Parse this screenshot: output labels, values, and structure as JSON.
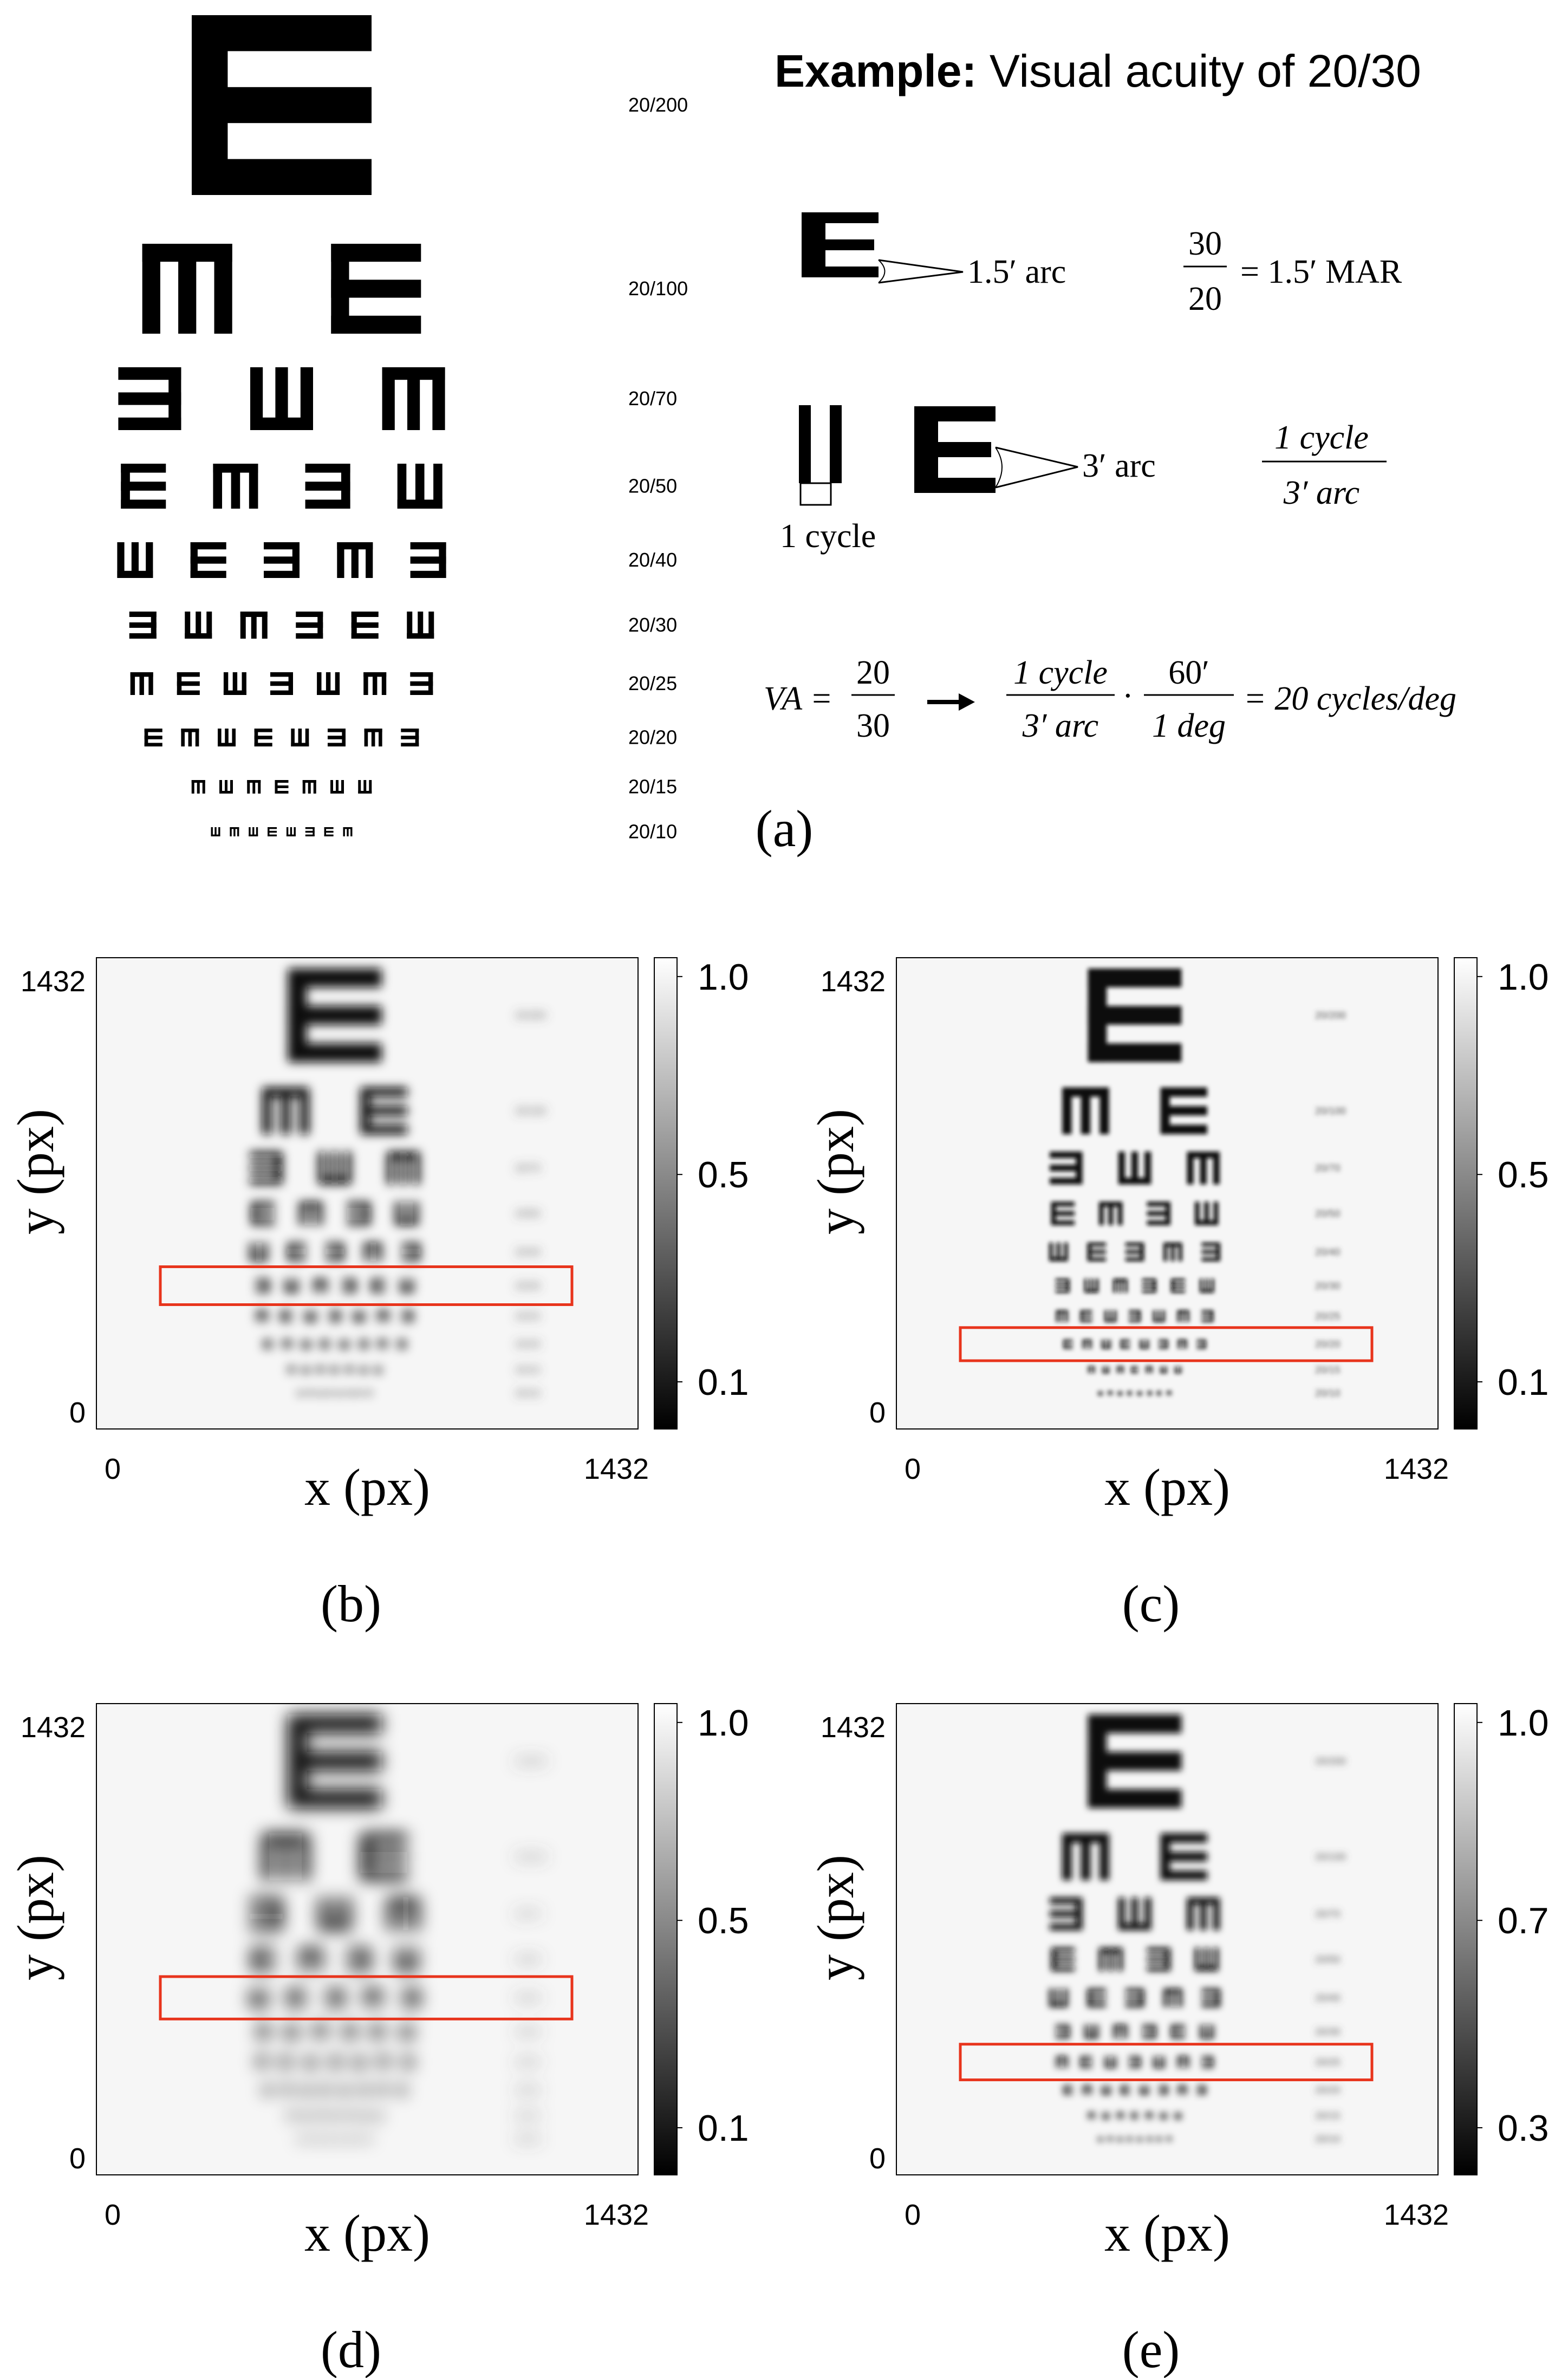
{
  "panel_a": {
    "acuity_labels": [
      "20/200",
      "20/100",
      "20/70",
      "20/50",
      "20/40",
      "20/30",
      "20/25",
      "20/20",
      "20/15",
      "20/10"
    ],
    "chart_rows": [
      [
        "E"
      ],
      [
        "M",
        "E"
      ],
      [
        "3",
        "W",
        "M"
      ],
      [
        "E",
        "M",
        "3",
        "W"
      ],
      [
        "W",
        "E",
        "3",
        "M",
        "3"
      ],
      [
        "3",
        "W",
        "M",
        "3",
        "E",
        "W"
      ],
      [
        "M",
        "E",
        "W",
        "3",
        "W",
        "M",
        "3"
      ],
      [
        "E",
        "M",
        "W",
        "E",
        "W",
        "3",
        "M",
        "3"
      ],
      [
        "M",
        "W",
        "M",
        "E",
        "M",
        "W",
        "W"
      ],
      [
        "W",
        "M",
        "W",
        "E",
        "W",
        "3",
        "E",
        "M"
      ]
    ],
    "example_bold": "Example:",
    "example_rest": " Visual acuity of 20/30",
    "arc1": "1.5′ arc",
    "frac1_num": "30",
    "frac1_den": "20",
    "frac1_rhs": "= 1.5′ MAR",
    "arc2": "3′ arc",
    "cycle_label": "1 cycle",
    "frac2_num": "1 cycle",
    "frac2_den": "3′ arc",
    "va_lhs": "VA =",
    "va_num": "20",
    "va_den": "30",
    "va_f1_num": "1 cycle",
    "va_f1_den": "3′ arc",
    "va_dot": "·",
    "va_f2_num": "60′",
    "va_f2_den": "1 deg",
    "va_rhs": "= 20 cycles/deg",
    "caption": "(a)"
  },
  "panels": [
    {
      "id": "b",
      "caption": "(b)",
      "x_axis_label": "x (px)",
      "y_axis_label": "y (px)",
      "x_ticks": [
        "0",
        "1432"
      ],
      "y_ticks": [
        "1432",
        "0"
      ],
      "colorbar_ticks": [
        "1.0",
        "0.5",
        "0.1"
      ],
      "highlight_row": "20/30",
      "blur": "medium"
    },
    {
      "id": "c",
      "caption": "(c)",
      "x_axis_label": "x (px)",
      "y_axis_label": "y (px)",
      "x_ticks": [
        "0",
        "1432"
      ],
      "y_ticks": [
        "1432",
        "0"
      ],
      "colorbar_ticks": [
        "1.0",
        "0.5",
        "0.1"
      ],
      "highlight_row": "20/20",
      "blur": "low"
    },
    {
      "id": "d",
      "caption": "(d)",
      "x_axis_label": "x (px)",
      "y_axis_label": "y (px)",
      "x_ticks": [
        "0",
        "1432"
      ],
      "y_ticks": [
        "1432",
        "0"
      ],
      "colorbar_ticks": [
        "1.0",
        "0.5",
        "0.1"
      ],
      "highlight_row": "20/40",
      "blur": "high"
    },
    {
      "id": "e",
      "caption": "(e)",
      "x_axis_label": "x (px)",
      "y_axis_label": "y (px)",
      "x_ticks": [
        "0",
        "1432"
      ],
      "y_ticks": [
        "1432",
        "0"
      ],
      "colorbar_ticks": [
        "1.0",
        "0.7",
        "0.3"
      ],
      "highlight_row": "20/25",
      "blur": "medium-low"
    }
  ],
  "colors": {
    "highlight_box": "#e8341c",
    "ink": "#000000",
    "plot_bg": "#f6f6f6"
  }
}
